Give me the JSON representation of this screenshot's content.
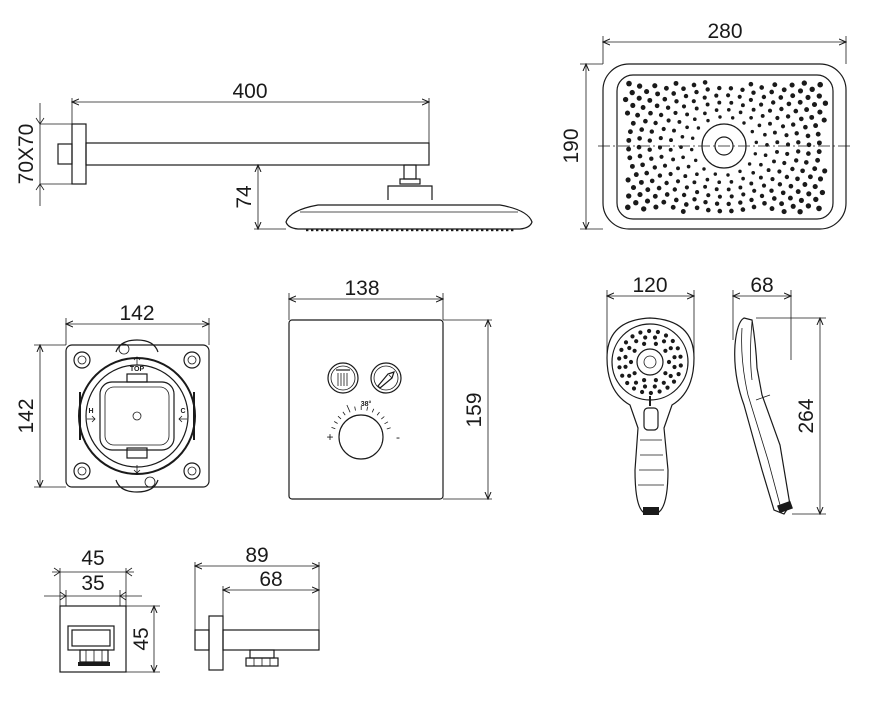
{
  "dimensions": {
    "arm_length": "400",
    "arm_section": "70X70",
    "arm_drop": "74",
    "head_width": "280",
    "head_height": "190",
    "plate_square_w": "142",
    "plate_square_h": "142",
    "faceplate_w": "138",
    "faceplate_h": "159",
    "handshower_w": "120",
    "handshower_depth": "68",
    "handshower_length": "264",
    "outlet_w_outer": "45",
    "outlet_w_inner": "35",
    "outlet_h": "45",
    "spout_total": "89",
    "spout_inner": "68"
  },
  "labels": {
    "top": "TOP",
    "hot": "H",
    "cold": "C",
    "temp_mark": "38°",
    "plus": "+",
    "minus": "-"
  },
  "icons": {
    "head_shower": "rain-shower-icon",
    "hand_shower": "hand-shower-icon"
  },
  "colors": {
    "line": "#1a1a1a",
    "background": "#ffffff"
  }
}
